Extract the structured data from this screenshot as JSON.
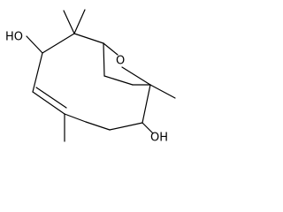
{
  "structure": {
    "atoms": [
      {
        "id": "hydroxyl-1",
        "label": "HO"
      },
      {
        "id": "ring-oxygen",
        "label": "O"
      },
      {
        "id": "hydroxyl-2",
        "label": "OH"
      }
    ]
  },
  "colors": {
    "bond": "#000000",
    "label": "#000000",
    "background": "#ffffff"
  }
}
